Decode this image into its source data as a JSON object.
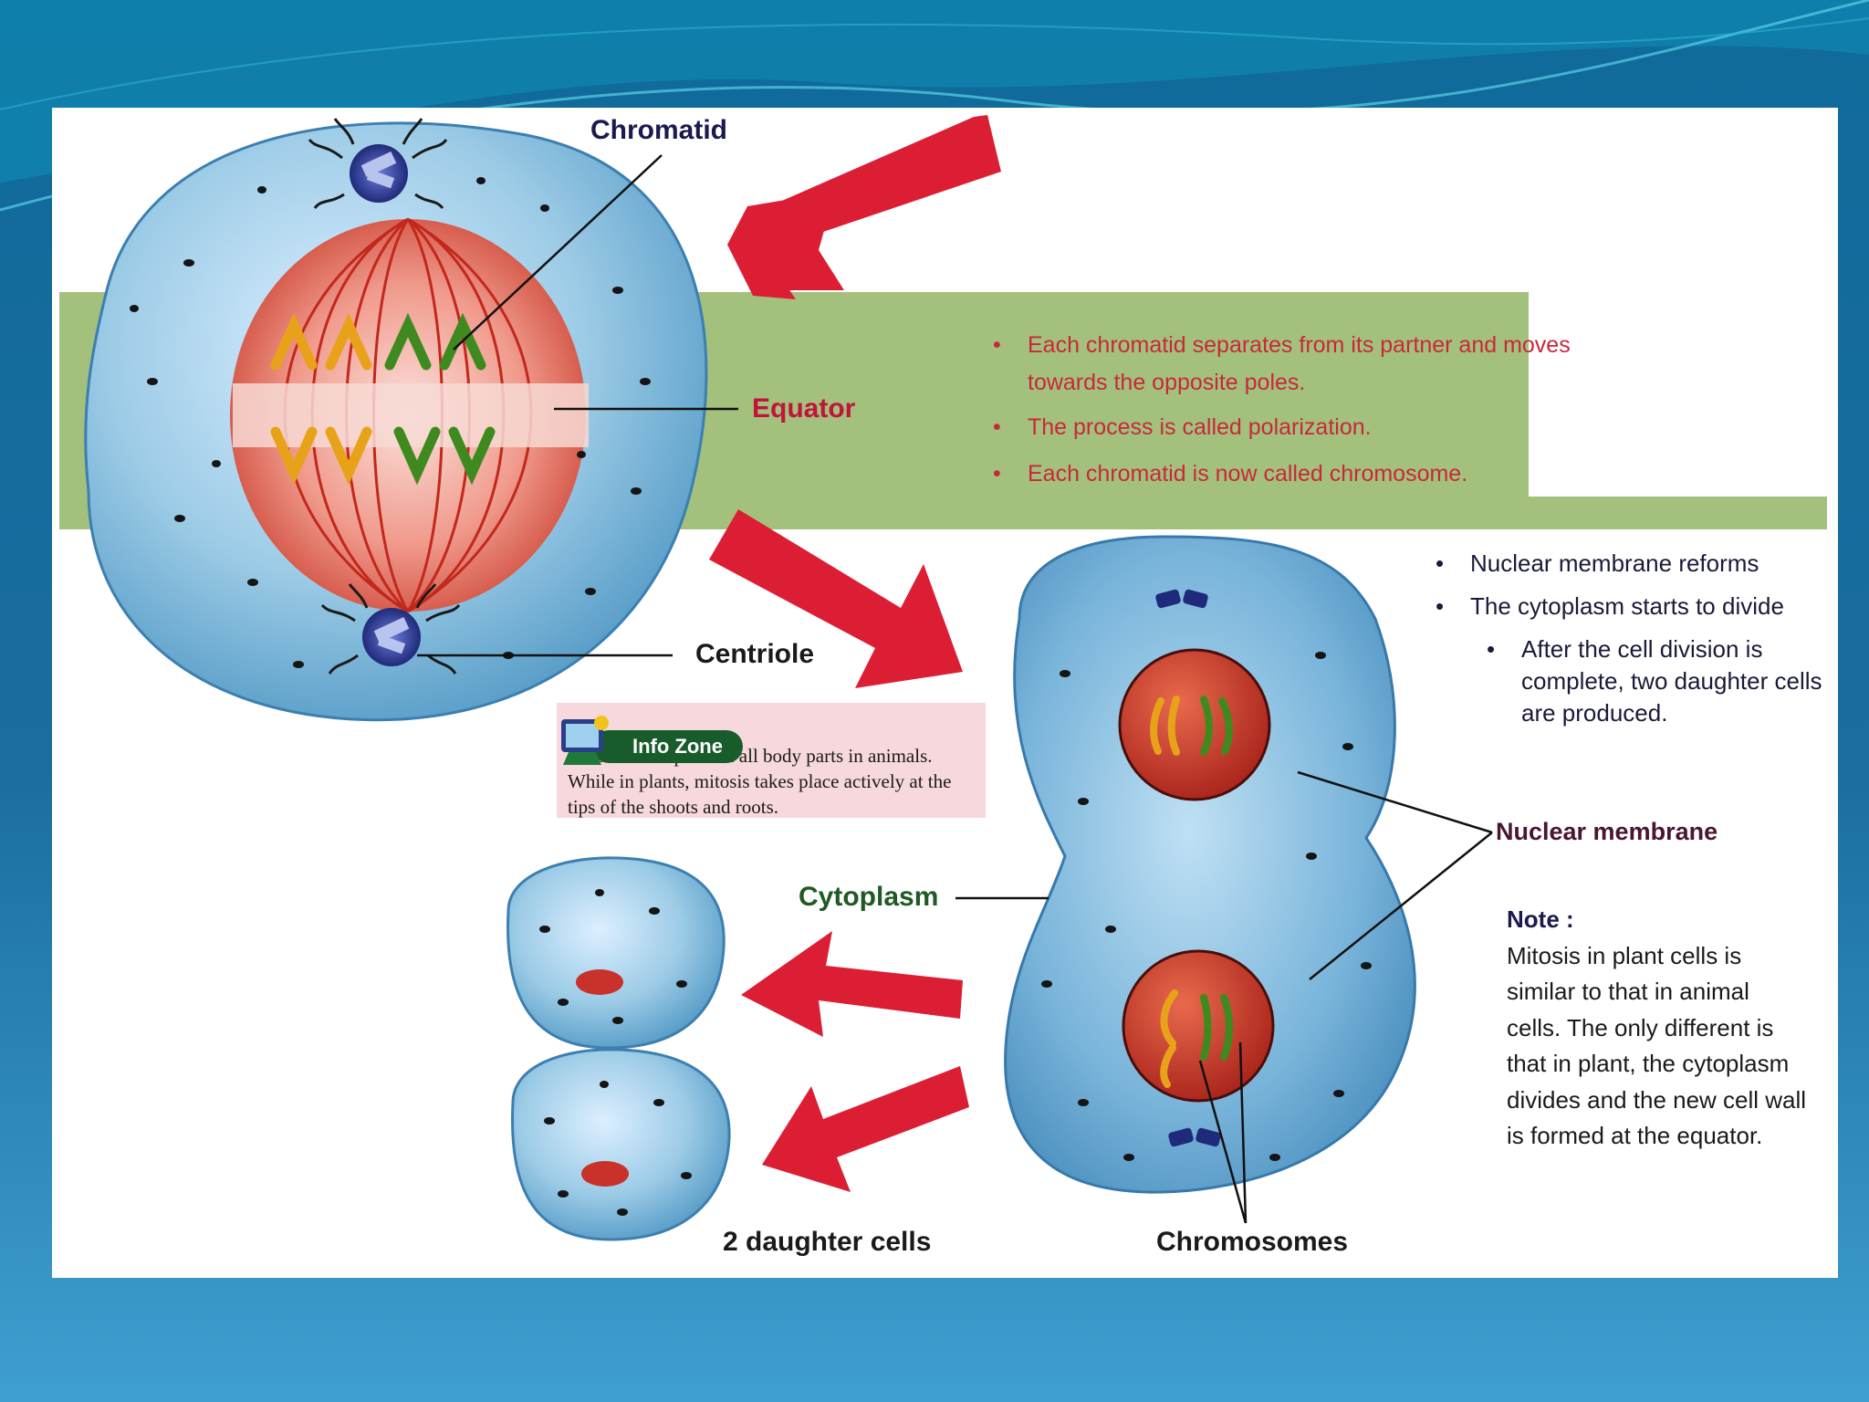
{
  "labels": {
    "chromatid": "Chromatid",
    "equator": "Equator",
    "centriole": "Centriole",
    "cytoplasm": "Cytoplasm",
    "nuclear_membrane": "Nuclear membrane",
    "chromosomes": "Chromosomes",
    "daughter_cells": "2 daughter cells"
  },
  "green_box_bullets": [
    "Each chromatid separates from its partner and moves towards the opposite poles.",
    "The process is called polarization.",
    "Each chromatid is now called chromosome."
  ],
  "right_bullets": [
    "Nuclear membrane reforms",
    "The cytoplasm starts to divide",
    "After the cell division is complete, two daughter cells are produced."
  ],
  "info_zone": {
    "title": "Info Zone",
    "text": "Mitosis takes place in all body parts in animals. While in plants, mitosis takes place actively at the tips of the shoots and roots."
  },
  "note": {
    "title": "Note :",
    "text": "Mitosis in plant cells is similar to that in animal cells. The only different is that in plant, the cytoplasm divides and the new cell wall is formed at the equator."
  },
  "colors": {
    "slide_background": "#1b6fa0",
    "green_box": "#a3c17c",
    "arrow_red": "#dc1e34",
    "cell_blue": "#8fc3e0",
    "nucleus_red": "#c8322a",
    "info_zone_pink": "#f7d8dd"
  }
}
